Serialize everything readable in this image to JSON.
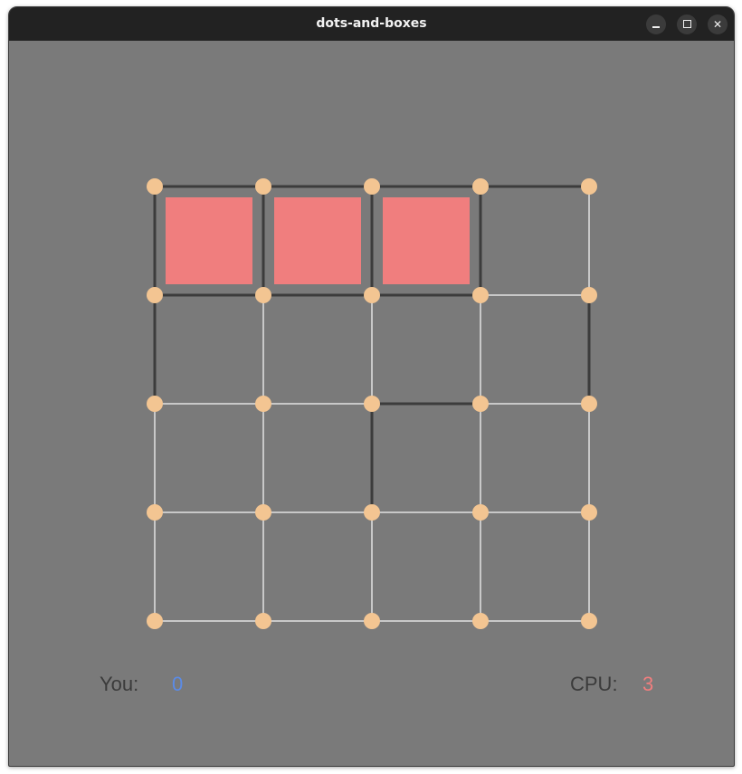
{
  "window": {
    "title": "dots-and-boxes",
    "controls": [
      "minimize",
      "maximize",
      "close"
    ]
  },
  "board": {
    "rows": 4,
    "cols": 4,
    "colors": {
      "background": "#7a7a7a",
      "dot": "#f3c592",
      "drawn_line": "#3c3c3c",
      "empty_line": "#c8c8c8",
      "cpu_box": "#f07e7e",
      "you_box": "#6b8fe0"
    },
    "drawn_horizontal": [
      {
        "r": 0,
        "c": 0
      },
      {
        "r": 0,
        "c": 1
      },
      {
        "r": 0,
        "c": 2
      },
      {
        "r": 0,
        "c": 3
      },
      {
        "r": 1,
        "c": 0
      },
      {
        "r": 1,
        "c": 1
      },
      {
        "r": 1,
        "c": 2
      },
      {
        "r": 2,
        "c": 2
      }
    ],
    "drawn_vertical": [
      {
        "r": 0,
        "c": 0
      },
      {
        "r": 0,
        "c": 1
      },
      {
        "r": 0,
        "c": 2
      },
      {
        "r": 0,
        "c": 3
      },
      {
        "r": 1,
        "c": 0
      },
      {
        "r": 1,
        "c": 4
      },
      {
        "r": 2,
        "c": 2
      }
    ],
    "claimed_boxes": [
      {
        "r": 0,
        "c": 0,
        "owner": "cpu"
      },
      {
        "r": 0,
        "c": 1,
        "owner": "cpu"
      },
      {
        "r": 0,
        "c": 2,
        "owner": "cpu"
      }
    ]
  },
  "scores": {
    "you_label": "You:",
    "you_value": "0",
    "you_color": "#5b8be6",
    "cpu_label": "CPU:",
    "cpu_value": "3",
    "cpu_color": "#f07e7e"
  }
}
